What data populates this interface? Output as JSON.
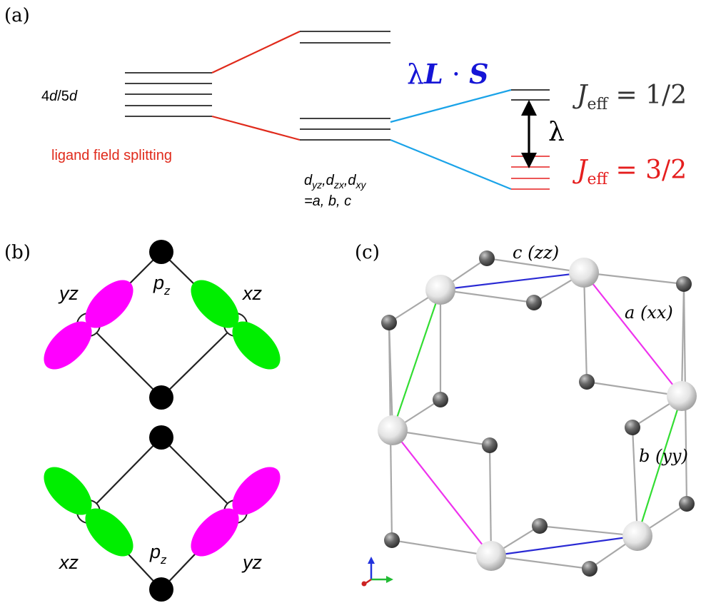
{
  "panels": {
    "a": {
      "label": "(a)",
      "level_label": {
        "pre": "4",
        "d1": "d",
        "mid": "/5",
        "d2": "d"
      },
      "splitting_label": "ligand field splitting",
      "orbitals_line1": {
        "s1": "yz",
        "s2": "zx",
        "s3": "xy"
      },
      "orbitals_line2": "=a, b, c",
      "soc_term": {
        "lambda": "λ",
        "L": "L",
        "dot": "·",
        "S": "S"
      },
      "gap_symbol": "λ",
      "jeff_upper": {
        "J": "J",
        "sub": "eff",
        "value": "= 1/2"
      },
      "jeff_lower": {
        "J": "J",
        "sub": "eff",
        "value": "= 3/2"
      },
      "colors": {
        "ligand": "#e02a1b",
        "soc": "#1aa3e8",
        "blue_text": "#1515d6",
        "jeff32": "#e51e1e",
        "jeff12": "#333333"
      }
    },
    "b": {
      "label": "(b)",
      "top": {
        "left_orbital": "yz",
        "right_orbital": "xz",
        "center": "p",
        "center_sub": "z"
      },
      "bottom": {
        "left_orbital": "xz",
        "right_orbital": "yz",
        "center": "p",
        "center_sub": "z"
      },
      "colors": {
        "magenta": "#ff00ff",
        "green": "#00ee00"
      }
    },
    "c": {
      "label": "(c)",
      "bond_c": "c (zz)",
      "bond_a": "a (xx)",
      "bond_b": "b (yy)",
      "colors": {
        "c_bond": "#2a2ad4",
        "a_bond": "#ee33ee",
        "b_bond": "#33dd33"
      }
    }
  }
}
